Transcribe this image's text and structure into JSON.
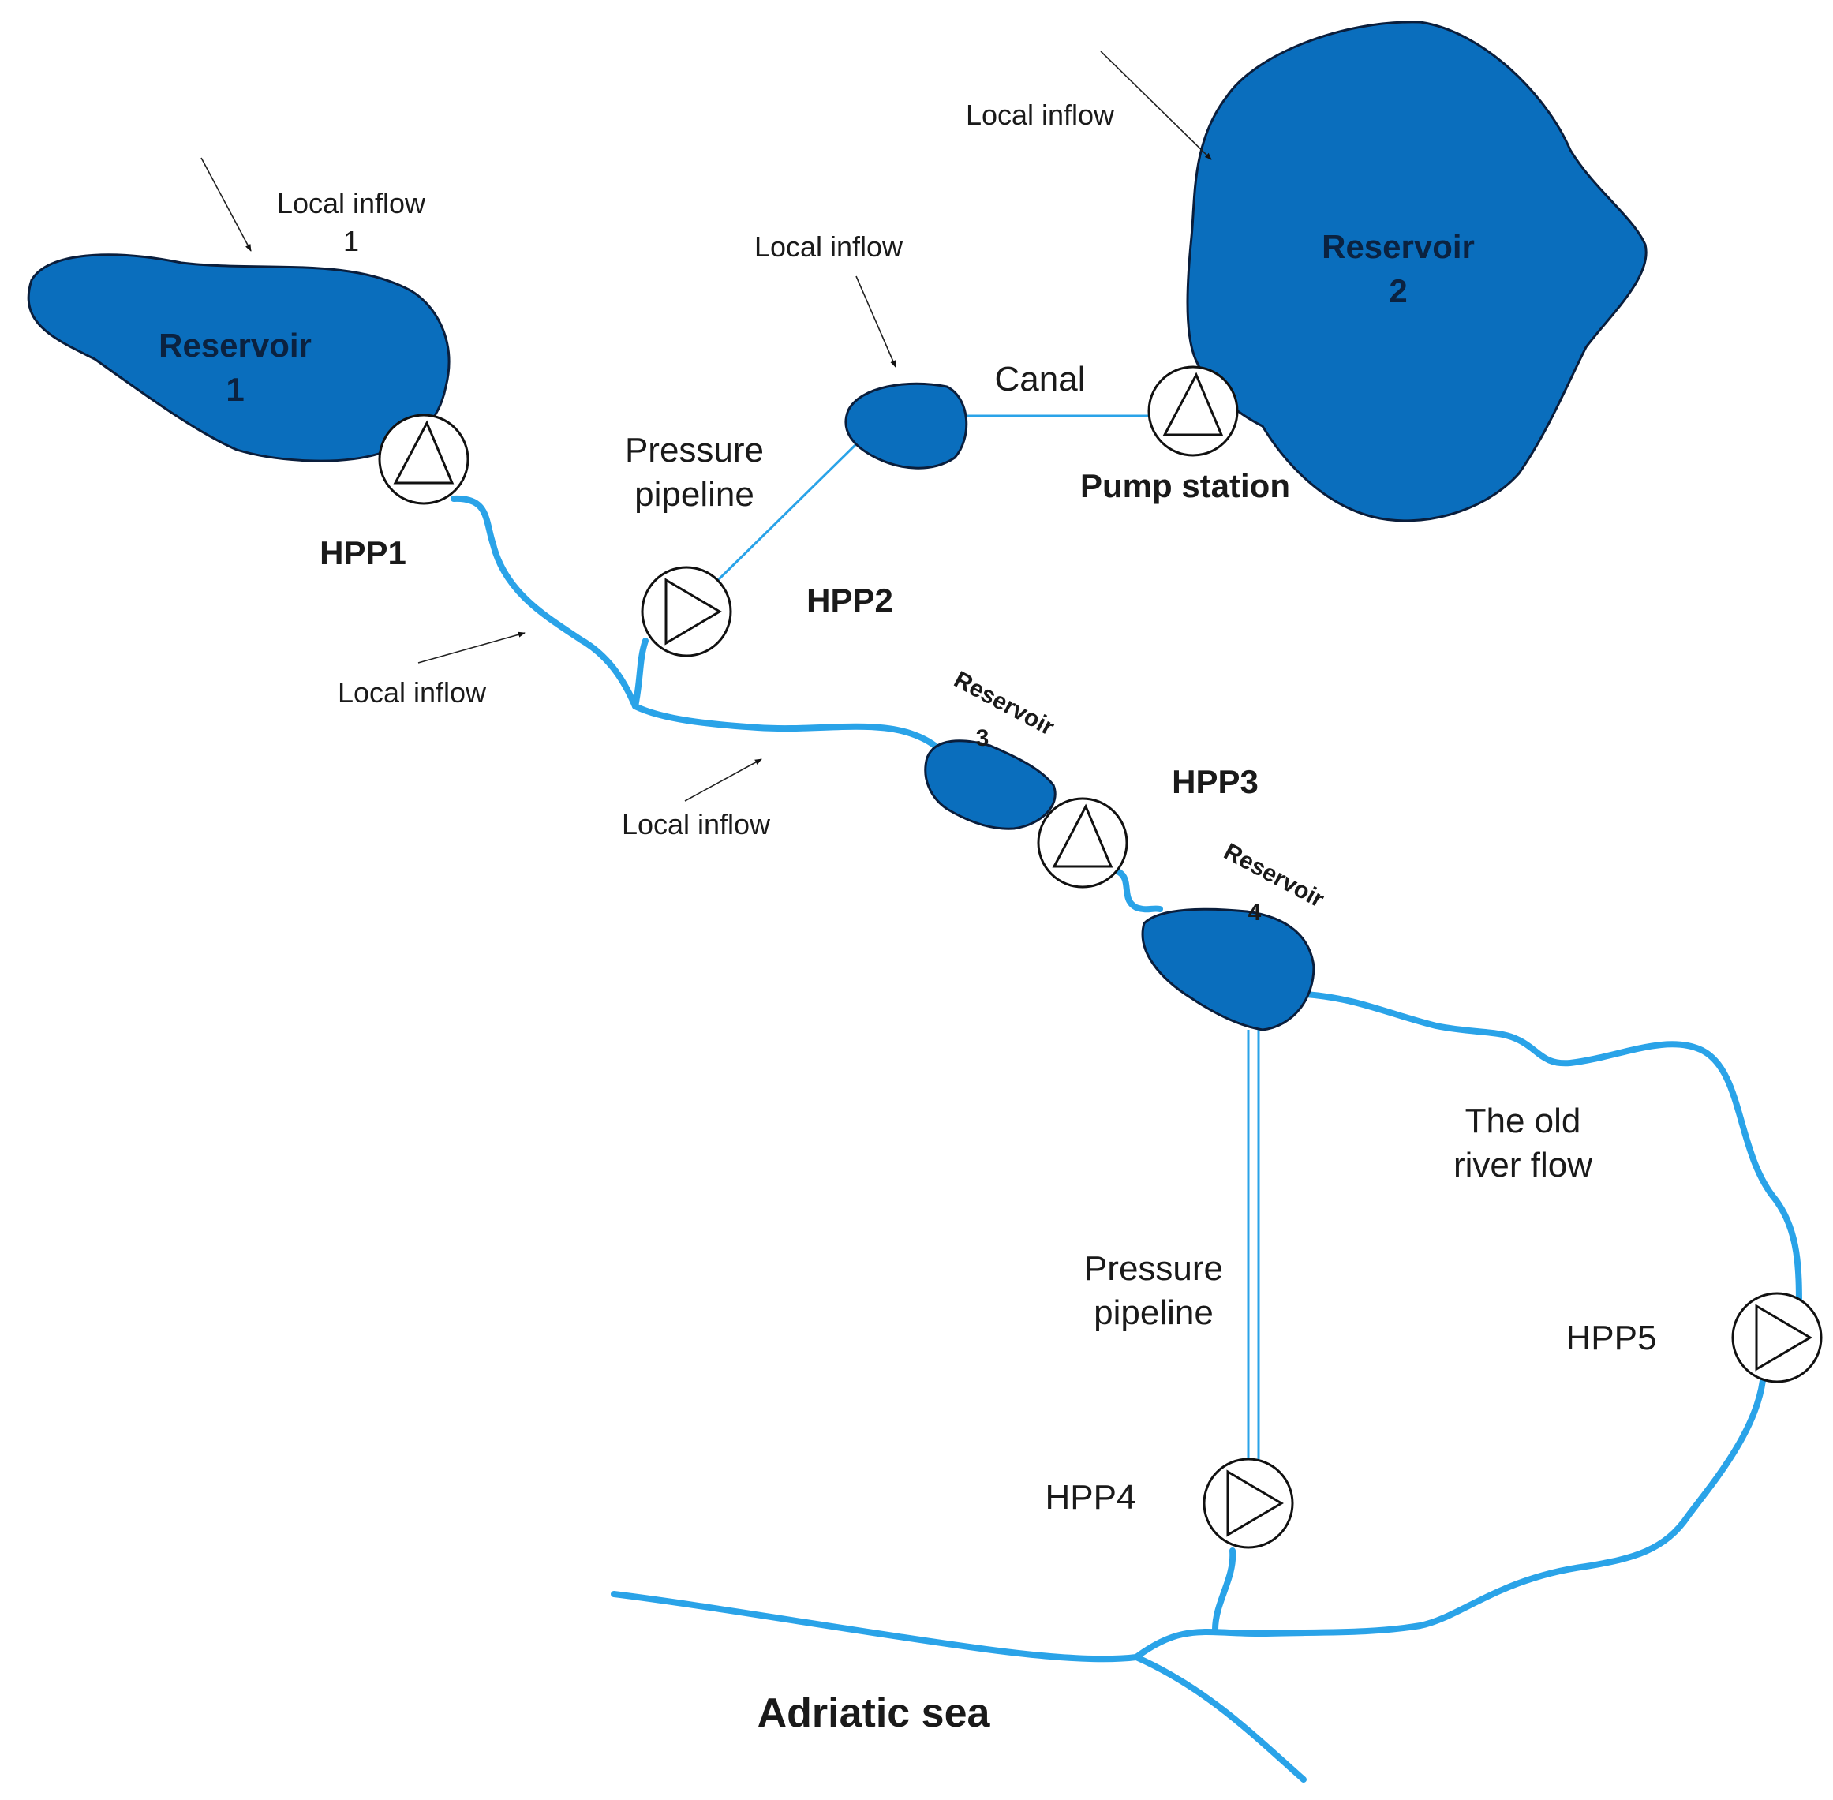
{
  "reservoirs": {
    "r1": {
      "line1": "Reservoir",
      "line2": "1"
    },
    "r2": {
      "line1": "Reservoir",
      "line2": "2"
    },
    "r3": {
      "line1": "Reservoir",
      "line2": "3"
    },
    "r4": {
      "line1": "Reservoir",
      "line2": "4"
    }
  },
  "labels": {
    "local_inflow_1": {
      "line1": "Local inflow",
      "line2": "1"
    },
    "local_inflow_top": "Local inflow",
    "local_inflow_mid": "Local inflow",
    "local_inflow_left": "Local inflow",
    "local_inflow_bottom": "Local inflow",
    "canal": "Canal",
    "pump_station": "Pump station",
    "pressure_pipeline_1": {
      "line1": "Pressure",
      "line2": "pipeline"
    },
    "pressure_pipeline_2": {
      "line1": "Pressure",
      "line2": "pipeline"
    },
    "old_river": {
      "line1": "The old",
      "line2": "river flow"
    },
    "sea": "Adriatic sea"
  },
  "plants": {
    "hpp1": "HPP1",
    "hpp2": "HPP2",
    "hpp3": "HPP3",
    "hpp4": "HPP4",
    "hpp5": "HPP5"
  },
  "colors": {
    "reservoir": "#0a6ebd",
    "river": "#2aa3e8",
    "outline": "#0a1e3c"
  }
}
